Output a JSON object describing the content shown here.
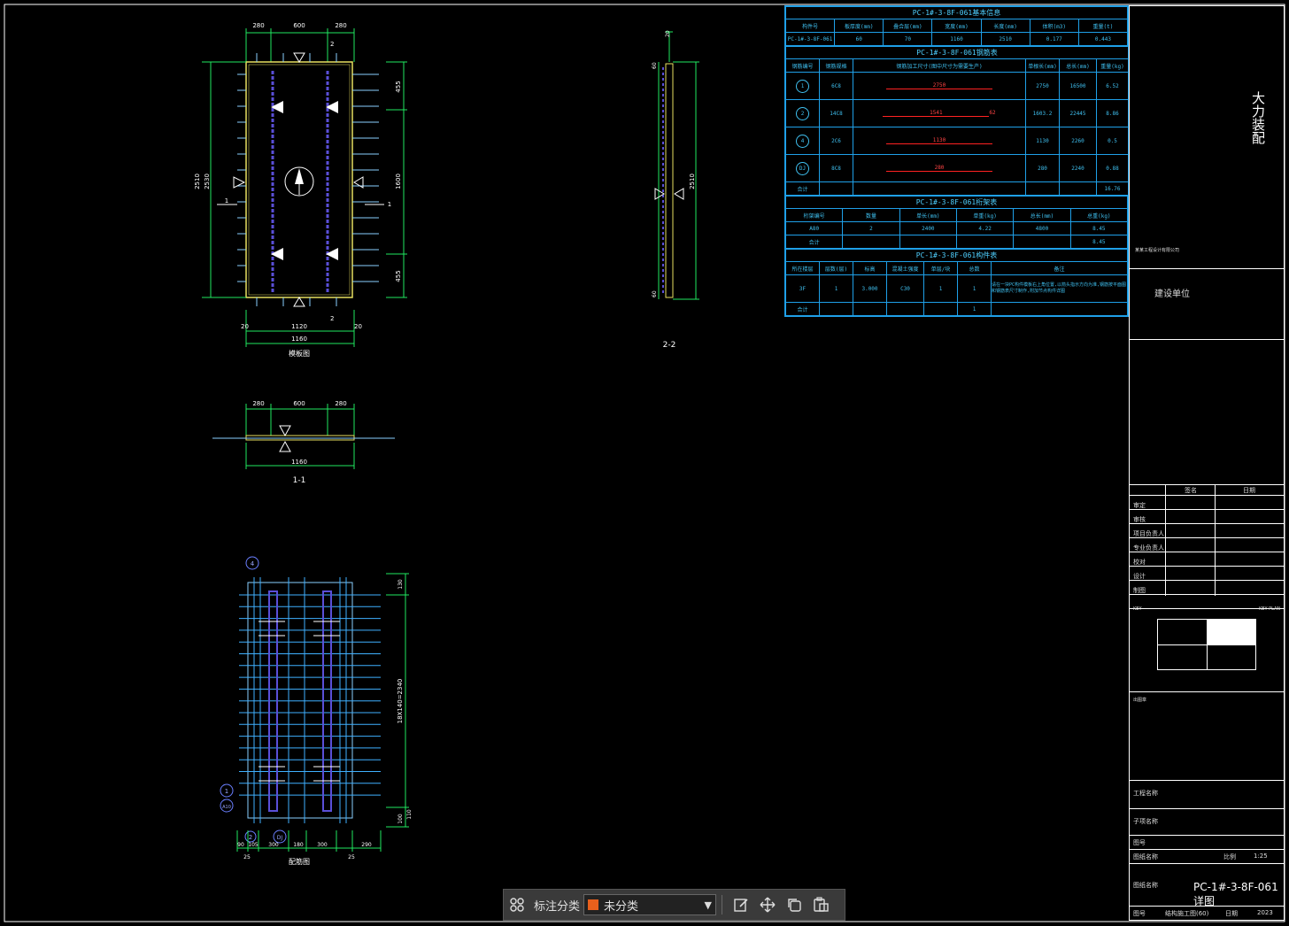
{
  "drawing": {
    "plan_dims_top": [
      "280",
      "600",
      "280"
    ],
    "plan_dims_bottom": [
      "20",
      "1120",
      "20"
    ],
    "plan_width": "1160",
    "plan_left_dims": [
      "2510",
      "2530"
    ],
    "plan_right_dims": [
      "455",
      "1600",
      "455"
    ],
    "plan_caption": "模板图",
    "section_mark_1": "1",
    "section_mark_2": "2",
    "side_length": "2510",
    "side_section_label": "2-2",
    "side_top_dims": [
      "20",
      "60"
    ],
    "section11_dims": [
      "280",
      "600",
      "280"
    ],
    "section11_width": "1160",
    "section11_label": "1-1",
    "rebar_right_dim": "18X140=2340",
    "rebar_right_small": [
      "130",
      "100",
      "110"
    ],
    "rebar_bottom_dims": [
      "90",
      "105",
      "300",
      "180",
      "300",
      "25",
      "290"
    ],
    "rebar_bottom_small": [
      "25",
      "25"
    ],
    "rebar_caption": "配筋图",
    "rebar_circle_marks": [
      "4",
      "1",
      "A10",
      "2",
      "DJ"
    ]
  },
  "table1": {
    "title": "PC-1#-3-8F-061基本信息",
    "headers": [
      "构件号",
      "板厚度(mm)",
      "叠合层(mm)",
      "宽度(mm)",
      "长度(mm)",
      "体积(m3)",
      "重量(t)"
    ],
    "row": [
      "PC-1#-3-8F-061",
      "60",
      "70",
      "1160",
      "2510",
      "0.177",
      "0.443"
    ]
  },
  "table2": {
    "title": "PC-1#-3-8F-061钢筋表",
    "headers": [
      "钢筋编号",
      "钢筋规格",
      "钢筋加工尺寸(图中尺寸为需要生产)",
      "单根长(mm)",
      "总长(mm)",
      "重量(kg)"
    ],
    "rows": [
      {
        "no": "1",
        "spec": "6C8",
        "shape": "2750",
        "len": "2750",
        "total": "16500",
        "weight": "6.52"
      },
      {
        "no": "2",
        "spec": "14C8",
        "shape": "1541",
        "hook": "62",
        "len": "1603.2",
        "total": "22445",
        "weight": "8.86"
      },
      {
        "no": "4",
        "spec": "2C6",
        "shape": "1130",
        "len": "1130",
        "total": "2260",
        "weight": "0.5"
      },
      {
        "no": "DJ",
        "spec": "8C8",
        "shape": "280",
        "len": "280",
        "total": "2240",
        "weight": "0.88"
      }
    ],
    "total_label": "合计",
    "total": "16.76"
  },
  "table3": {
    "title": "PC-1#-3-8F-061桁架表",
    "headers": [
      "桁架编号",
      "数量",
      "单长(mm)",
      "单重(kg)",
      "总长(mm)",
      "总重(kg)"
    ],
    "row": [
      "A80",
      "2",
      "2400",
      "4.22",
      "4800",
      "8.45"
    ],
    "total_label": "合计",
    "total": "8.45"
  },
  "table4": {
    "title": "PC-1#-3-8F-061构件表",
    "headers": [
      "所在楼层",
      "层数(层)",
      "标高",
      "混凝土强度",
      "单层/块",
      "总数",
      "备注"
    ],
    "row": [
      "3F",
      "1",
      "3.000",
      "C30",
      "1",
      "1"
    ],
    "note": "请在一块PC构件模板右上角位置,以箭头指示方向为准,钢筋按平面图和钢筋表尺寸制作,附加节点构件详图",
    "total_label": "合计",
    "total": "1"
  },
  "titleblock": {
    "logo_text": "大力装配",
    "company_small": "某某工程设计有限公司",
    "client_label": "建设单位",
    "rows": [
      "审定",
      "审核",
      "项目负责人",
      "专业负责人",
      "校对",
      "设计",
      "制图"
    ],
    "col_headers": [
      "签名",
      "日期"
    ],
    "keyplan_left": "KEY",
    "keyplan_right": "KEY PLAN",
    "seal_label": "出图章",
    "project_label": "工程名称",
    "subproject_label": "子项名称",
    "drawing_no_label": "图号",
    "scale_label": "比例",
    "scale": "1:25",
    "drawing_name_label": "图纸名称",
    "drawing_name": "PC-1#-3-8F-061详图",
    "sheet_label": "图号",
    "sheet_value": "结构施工图(60)",
    "date_label": "日期",
    "date": "2023"
  },
  "toolbar": {
    "grid_icon": "grid-icon",
    "label": "标注分类",
    "select_value": "未分类",
    "swatch_color": "#e8601c",
    "icons": [
      "edit-icon",
      "move-icon",
      "copy-icon",
      "paste-icon"
    ]
  },
  "colors": {
    "background": "#000000",
    "dimension": "#1fe860",
    "outline": "#e8e060",
    "table_line": "#1fa0e8",
    "rebar": "#4f7fd8",
    "bar_line": "#8ad0ff"
  }
}
